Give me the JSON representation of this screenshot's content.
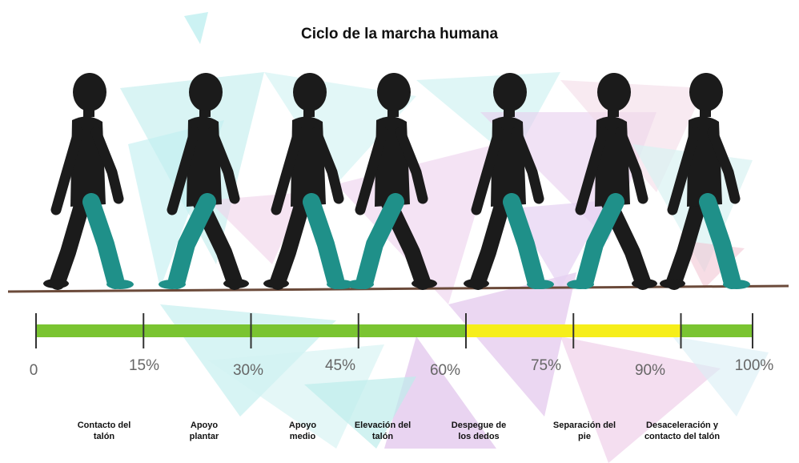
{
  "title": "Ciclo de la marcha humana",
  "colors": {
    "stance_bar": "#7ac431",
    "swing_bar": "#f6ee1a",
    "silhouette": "#1b1b1b",
    "highlight_leg": "#1f9089",
    "ground": "#6b4a3a"
  },
  "timeline": {
    "stance_range": [
      0,
      60
    ],
    "swing_range": [
      60,
      90
    ],
    "final_range": [
      90,
      100
    ],
    "ticks": [
      "0",
      "15%",
      "30%",
      "45%",
      "60%",
      "75%",
      "90%",
      "100%"
    ]
  },
  "phases": [
    {
      "label": "Contacto del talón"
    },
    {
      "label": "Apoyo plantar"
    },
    {
      "label": "Apoyo medio"
    },
    {
      "label": "Elevación del talón"
    },
    {
      "label": "Despegue de los dedos"
    },
    {
      "label": "Separación del pie"
    },
    {
      "label": "Desaceleración y contacto del talón"
    }
  ]
}
